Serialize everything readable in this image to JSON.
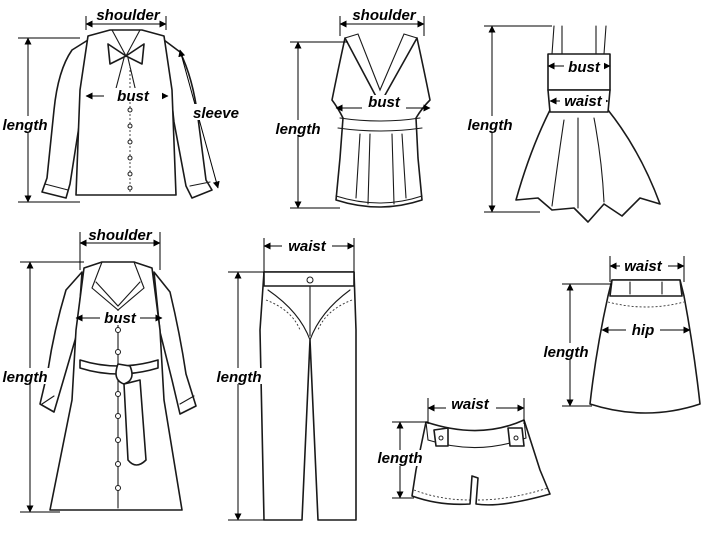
{
  "labels": {
    "shoulder": "shoulder",
    "bust": "bust",
    "sleeve": "sleeve",
    "length": "length",
    "waist": "waist",
    "hip": "hip"
  },
  "colors": {
    "line": "#1a1a1a",
    "background": "#ffffff"
  },
  "garments": [
    "long-sleeve-blouse",
    "sleeveless-top",
    "strap-dress",
    "trench-coat",
    "trousers",
    "skirt",
    "shorts"
  ]
}
